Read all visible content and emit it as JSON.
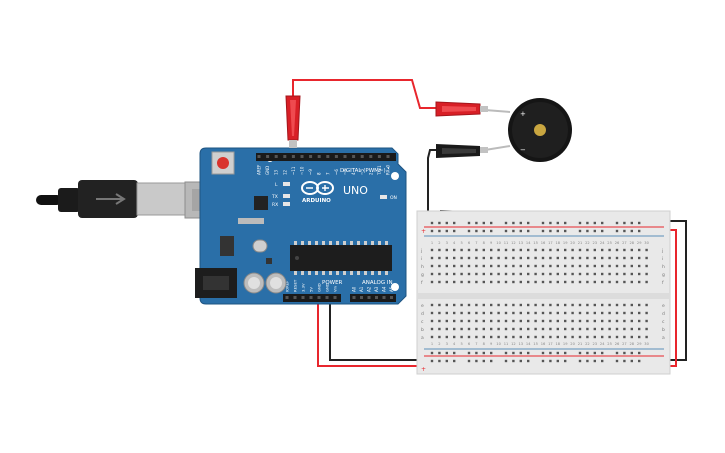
{
  "arduino": {
    "logo_text": "ARDUINO",
    "model": "UNO",
    "digital_header": "DIGITAL (PWM~)",
    "power_header": "POWER",
    "analog_header": "ANALOG IN",
    "on_label": "ON",
    "l_label": "L",
    "tx_label": "TX",
    "rx_label": "RX",
    "digital_pins": [
      "AREF",
      "GND",
      "13",
      "12",
      "~11",
      "~10",
      "~9",
      "8",
      "7",
      "~6",
      "~5",
      "4",
      "~3",
      "2",
      "TX▸1",
      "RX◂0"
    ],
    "power_pins": [
      "IOREF",
      "RESET",
      "3.3V",
      "5V",
      "GND",
      "GND",
      "Vin"
    ],
    "analog_pins": [
      "A0",
      "A1",
      "A2",
      "A3",
      "A4",
      "A5"
    ]
  },
  "buzzer": {
    "plus_label": "+",
    "minus_label": "−"
  },
  "breadboard": {
    "row_letters_top": [
      "j",
      "i",
      "h",
      "g",
      "f"
    ],
    "row_letters_bottom": [
      "e",
      "d",
      "c",
      "b",
      "a"
    ],
    "rail_plus": "+",
    "rail_minus": "−",
    "column_count": 30
  },
  "colors": {
    "board": "#2a6fa8",
    "wire_red": "#e8262d",
    "wire_black": "#222222",
    "clip_red": "#d81f26",
    "clip_black": "#1a1a1a",
    "breadboard": "#e9e9e9"
  }
}
